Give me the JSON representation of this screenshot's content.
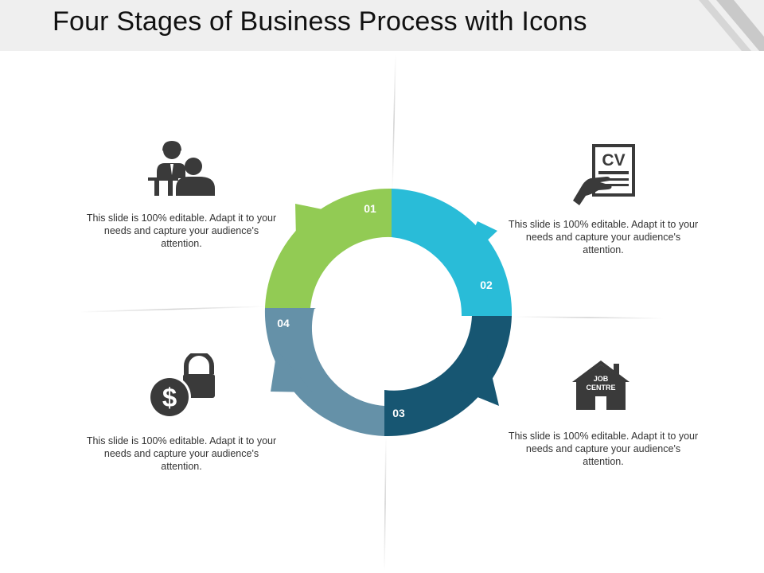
{
  "title": "Four Stages of Business Process with Icons",
  "colors": {
    "stage_01": "#92cb54",
    "stage_02": "#29bcd8",
    "stage_03": "#175672",
    "stage_04": "#6591a8",
    "icon": "#3a3a3a",
    "title_bar": "#efefef"
  },
  "stages": [
    {
      "number": "01",
      "icon": "meeting-people-icon",
      "text": "This slide is 100% editable. Adapt it to your needs and capture your audience's attention."
    },
    {
      "number": "02",
      "icon": "cv-document-icon",
      "text": "This slide is 100% editable. Adapt it to your needs and capture your audience's attention."
    },
    {
      "number": "03",
      "icon": "job-centre-house-icon",
      "text": "This slide is 100% editable. Adapt it to your needs and capture your audience's attention."
    },
    {
      "number": "04",
      "icon": "dollar-lock-icon",
      "text": "This slide is 100% editable. Adapt it to your needs and capture your audience's attention."
    }
  ],
  "icons": {
    "cv_label": "CV",
    "job_label_line1": "JOB",
    "job_label_line2": "CENTRE",
    "dollar_symbol": "$"
  }
}
